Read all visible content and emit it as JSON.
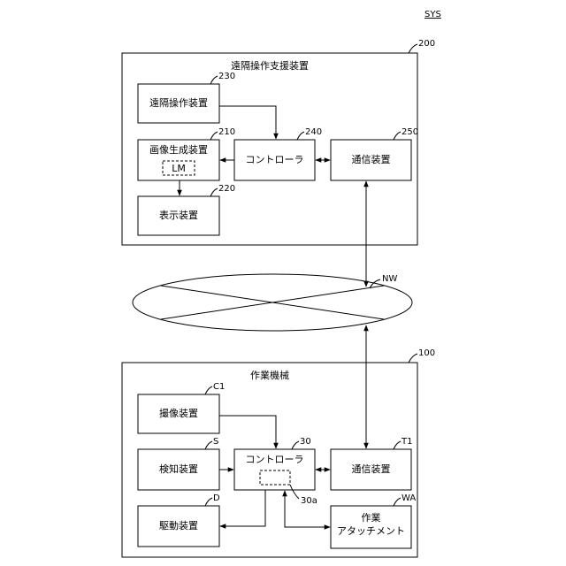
{
  "sys_label": "SYS",
  "support_system": {
    "ref": "200",
    "title": "遠隔操作支援装置",
    "remote_operation_device": {
      "ref": "230",
      "label": "遠隔操作装置"
    },
    "image_generation_device": {
      "ref": "210",
      "label": "画像生成装置",
      "inner_label": "LM"
    },
    "display_device": {
      "ref": "220",
      "label": "表示装置"
    },
    "controller": {
      "ref": "240",
      "label": "コントローラ"
    },
    "communication_device": {
      "ref": "250",
      "label": "通信装置"
    }
  },
  "network": {
    "ref": "NW"
  },
  "work_machine": {
    "ref": "100",
    "title": "作業機械",
    "imaging_device": {
      "ref": "C1",
      "label": "撮像装置"
    },
    "detection_device": {
      "ref": "S",
      "label": "検知装置"
    },
    "drive_device": {
      "ref": "D",
      "label": "駆動装置"
    },
    "controller": {
      "ref": "30",
      "label": "コントローラ",
      "inner_ref": "30a"
    },
    "communication_device": {
      "ref": "T1",
      "label": "通信装置"
    },
    "work_attachment": {
      "ref": "WA",
      "label_line1": "作業",
      "label_line2": "アタッチメント"
    }
  }
}
